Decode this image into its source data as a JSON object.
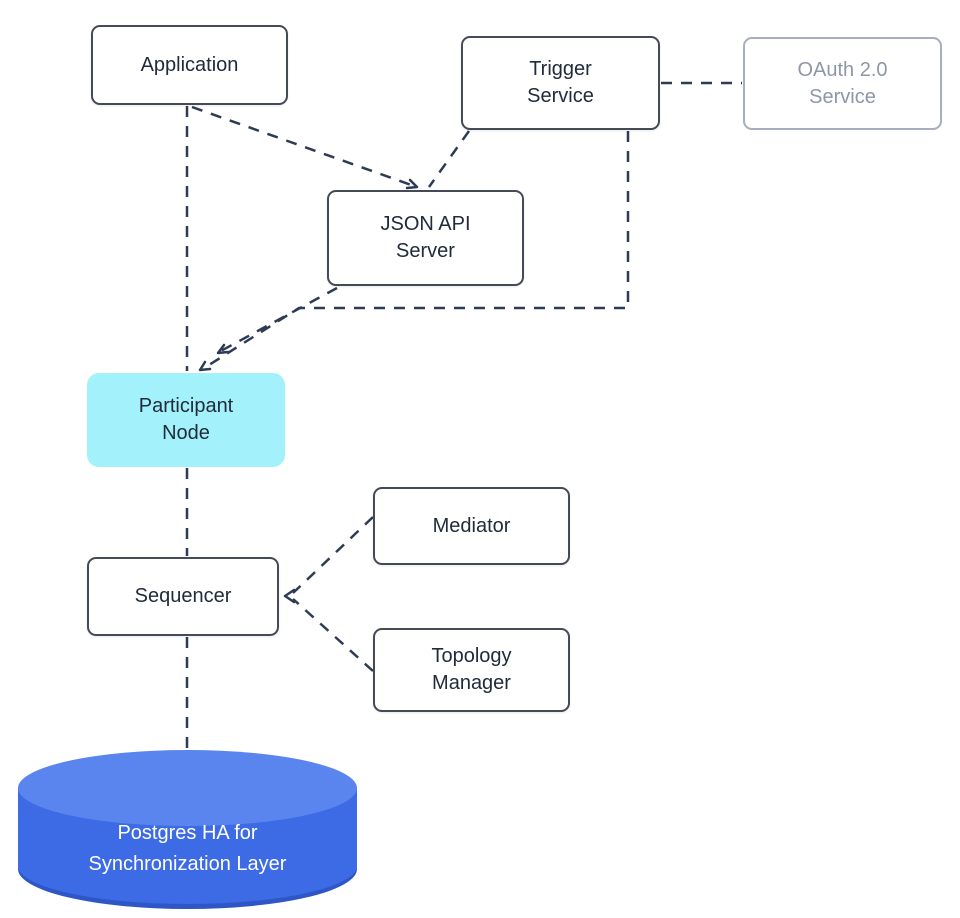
{
  "colors": {
    "background": "#ffffff",
    "node_border": "#454a57",
    "node_text": "#222b3a",
    "connector": "#2e3b54",
    "muted_border": "#a8aebd",
    "muted_text": "#8e96a8",
    "highlight_fill": "#a3f2fb",
    "db_top": "#5b85ee",
    "db_body": "#3d6be6",
    "db_bottom": "#2e56c6",
    "db_text": "#ffffff"
  },
  "nodes": [
    {
      "id": "application",
      "label": "Application",
      "style": "default"
    },
    {
      "id": "trigger-service",
      "label": "Trigger\nService",
      "style": "default"
    },
    {
      "id": "oauth-service",
      "label": "OAuth 2.0\nService",
      "style": "muted"
    },
    {
      "id": "json-api-server",
      "label": "JSON API\nServer",
      "style": "default"
    },
    {
      "id": "participant-node",
      "label": "Participant\nNode",
      "style": "highlight"
    },
    {
      "id": "mediator",
      "label": "Mediator",
      "style": "default"
    },
    {
      "id": "sequencer",
      "label": "Sequencer",
      "style": "default"
    },
    {
      "id": "topology-manager",
      "label": "Topology\nManager",
      "style": "default"
    }
  ],
  "database": {
    "id": "postgres-ha",
    "label": "Postgres HA for\nSynchronization Layer"
  },
  "connections": [
    {
      "from": "application",
      "to": "participant-node",
      "style": "dashed"
    },
    {
      "from": "application",
      "to": "json-api-server",
      "style": "dashed-arrow"
    },
    {
      "from": "trigger-service",
      "to": "json-api-server",
      "style": "dashed"
    },
    {
      "from": "trigger-service",
      "to": "oauth-service",
      "style": "dashed"
    },
    {
      "from": "trigger-service",
      "to": "participant-node",
      "style": "dashed-arrow"
    },
    {
      "from": "json-api-server",
      "to": "participant-node",
      "style": "dashed-arrow"
    },
    {
      "from": "participant-node",
      "to": "sequencer",
      "style": "dashed"
    },
    {
      "from": "mediator",
      "to": "sequencer",
      "style": "dashed-arrow"
    },
    {
      "from": "topology-manager",
      "to": "sequencer",
      "style": "dashed-arrow"
    },
    {
      "from": "sequencer",
      "to": "postgres-ha",
      "style": "dashed"
    }
  ]
}
